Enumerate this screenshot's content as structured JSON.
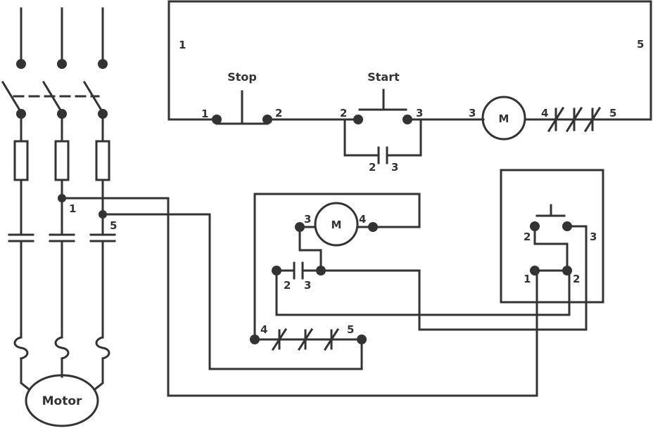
{
  "colors": {
    "line": "#333333",
    "background": "#ffffff"
  },
  "power": {
    "motor_label": "Motor",
    "tap_1": "1",
    "tap_5": "5"
  },
  "control": {
    "stop_label": "Stop",
    "start_label": "Start",
    "coil_label": "M",
    "left_number": "1",
    "right_number": "5",
    "stop_terminals": [
      "1",
      "2"
    ],
    "start_terminals": [
      "2",
      "3"
    ],
    "aux_contact_terminals": [
      "2",
      "3"
    ],
    "coil_terminals": [
      "3",
      "4"
    ],
    "overload_terminals": [
      "4",
      "5"
    ]
  },
  "wiring": {
    "coil_label": "M",
    "coil_terminals": [
      "3",
      "4"
    ],
    "aux_contact_terminals": [
      "2",
      "3"
    ],
    "overload_terminals": [
      "4",
      "5"
    ]
  },
  "station": {
    "start_terminals": [
      "2",
      "3"
    ],
    "stop_terminals": [
      "1",
      "2"
    ]
  }
}
